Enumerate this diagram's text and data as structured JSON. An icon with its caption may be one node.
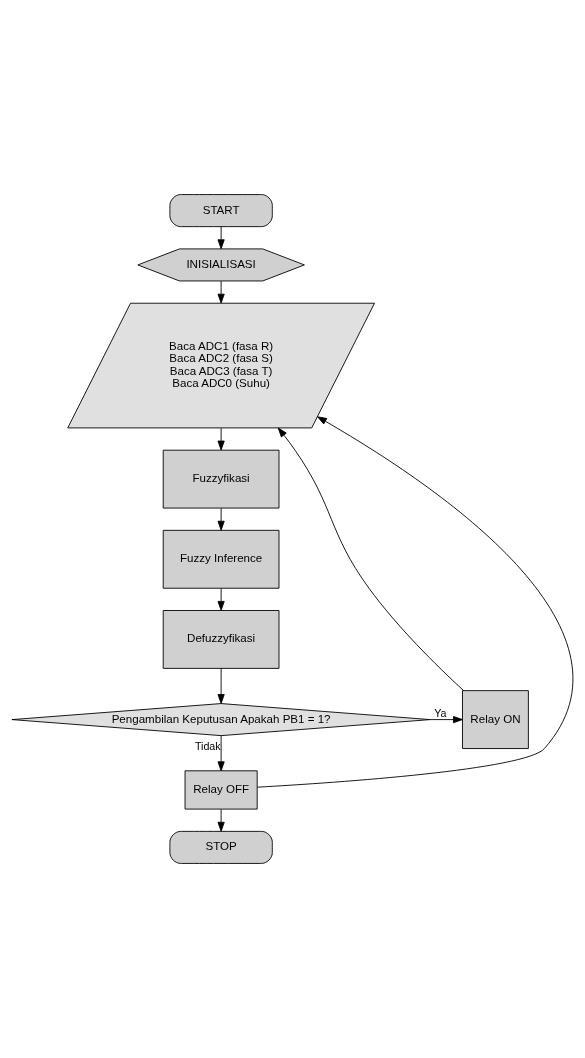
{
  "diagram": {
    "nodes": [
      {
        "text": [
          "START"
        ]
      },
      {
        "text": [
          "INISIALISASI"
        ]
      },
      {
        "text": [
          "Baca ADC1 (fasa R)",
          "Baca ADC2 (fasa S)",
          "Baca ADC3 (fasa T)",
          "Baca ADC0 (Suhu)"
        ]
      },
      {
        "text": [
          "Fuzzyfikasi"
        ]
      },
      {
        "text": [
          "Fuzzy Inference"
        ]
      },
      {
        "text": [
          "Defuzzyfikasi"
        ]
      },
      {
        "text": [
          "Pengambilan Keputusan Apakah PB1 = 1?"
        ]
      },
      {
        "text": [
          "Relay ON"
        ]
      },
      {
        "text": [
          "Relay OFF"
        ]
      },
      {
        "text": [
          "STOP"
        ]
      }
    ],
    "edges": [
      {
        "from": 0,
        "to": 1,
        "arrow": "to"
      },
      {
        "from": 1,
        "to": 2,
        "arrow": "to"
      },
      {
        "from": 2,
        "to": 3,
        "arrow": "to"
      },
      {
        "from": 3,
        "to": 4,
        "arrow": "to"
      },
      {
        "from": 4,
        "to": 5,
        "arrow": "to"
      },
      {
        "from": 5,
        "to": 6,
        "arrow": "to"
      },
      {
        "from": 6,
        "to": 7,
        "label": "Ya",
        "arrow": "to"
      },
      {
        "from": 6,
        "to": 8,
        "label": "Tidak",
        "arrow": "to"
      },
      {
        "from": 7,
        "to": 2,
        "arrow": "to"
      },
      {
        "from": 8,
        "to": 2,
        "arrow": "to"
      },
      {
        "from": 8,
        "to": 9,
        "arrow": "to"
      }
    ]
  }
}
